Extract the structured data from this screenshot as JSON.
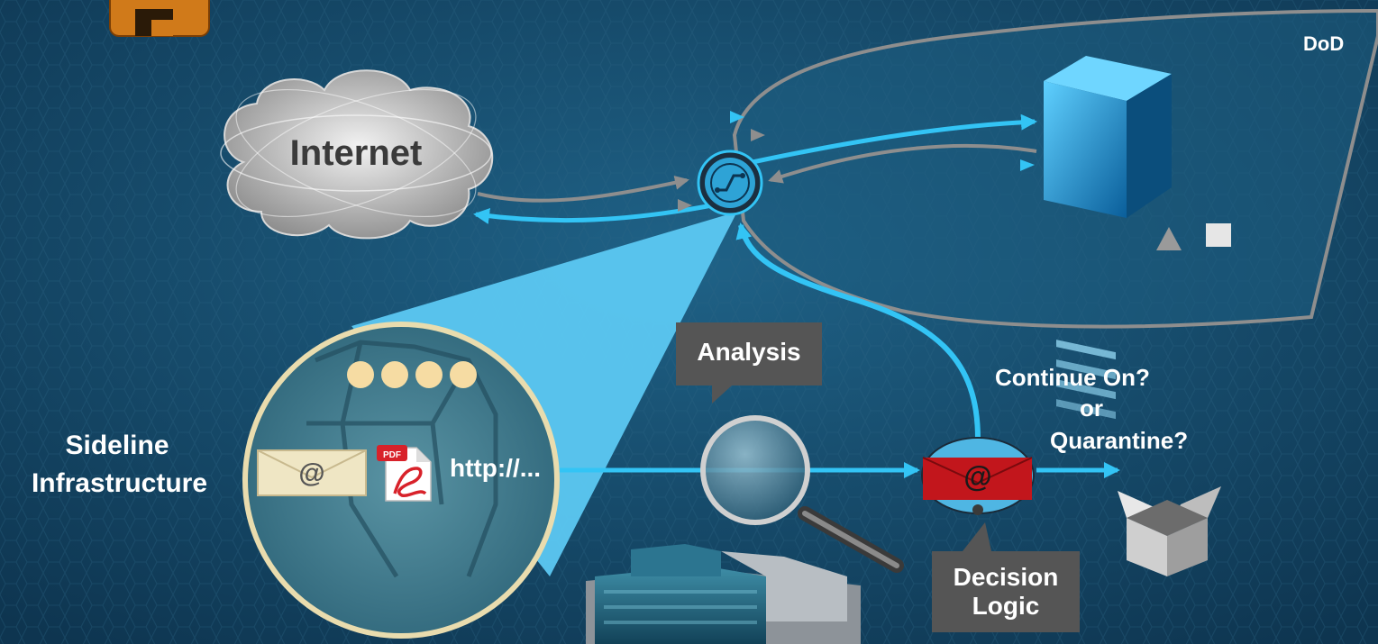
{
  "diagram": {
    "region_label": "DoD",
    "internet_label": "Internet",
    "sideline_label_line1": "Sideline",
    "sideline_label_line2": "Infrastructure",
    "url_label": "http://...",
    "pdf_badge": "PDF",
    "email_symbol": "@",
    "analysis_label": "Analysis",
    "decision_line1": "Decision",
    "decision_line2": "Logic",
    "question_line1": "Continue On?",
    "question_line2": "or",
    "question_line3": "Quarantine?"
  },
  "colors": {
    "background": "#184a68",
    "flow_cyan": "#33c4f5",
    "flow_gray": "#8e8e8e",
    "callout_gray": "#555555",
    "beam_cyan": "#5cc8f2",
    "email_red": "#c2161c"
  }
}
